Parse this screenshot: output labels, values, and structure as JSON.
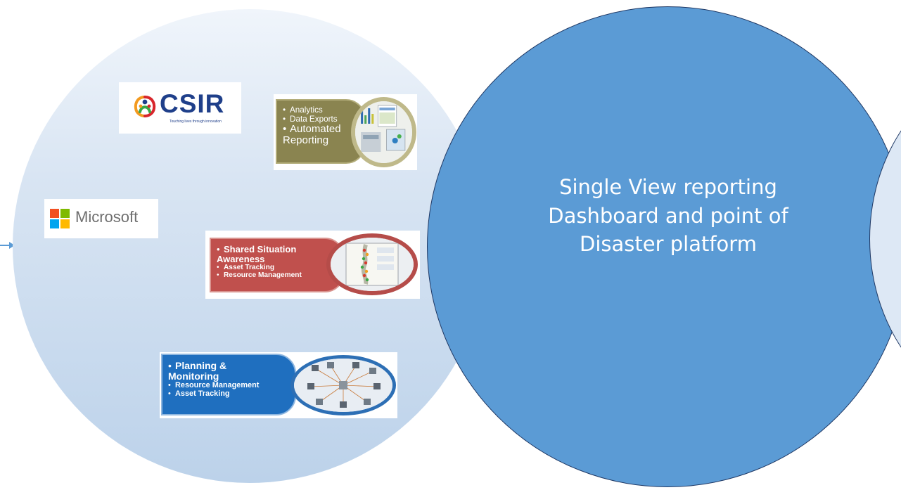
{
  "colors": {
    "accent_blue": "#5b9bd5",
    "outline_navy": "#1f3864",
    "csir_blue": "#1f3f8a",
    "analytics_olive": "#8a8450",
    "situation_red": "#c0504d",
    "planning_blue": "#1f6fbf"
  },
  "logos": {
    "csir": {
      "name": "CSIR",
      "tagline": "Touching lives through innovation"
    },
    "microsoft": {
      "name": "Microsoft"
    }
  },
  "cards": {
    "analytics": {
      "items": [
        "Analytics",
        "Data Exports",
        "Automated Reporting"
      ]
    },
    "situation": {
      "items": [
        "Shared Situation Awareness",
        "Asset Tracking",
        "Resource Management"
      ]
    },
    "planning": {
      "items": [
        "Planning & Monitoring",
        "Resource Management",
        "Asset Tracking"
      ]
    }
  },
  "main_circle": {
    "text": "Single View reporting Dashboard and point of Disaster platform"
  }
}
